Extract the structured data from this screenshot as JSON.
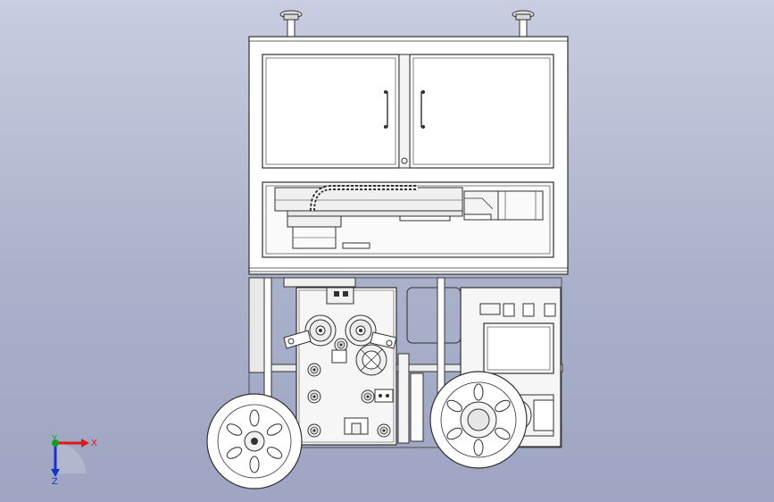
{
  "triad": {
    "x_label": "X",
    "y_label": "Y",
    "z_label": "Z",
    "colors": {
      "x": "#e01818",
      "y": "#10a020",
      "z": "#1830d0"
    }
  },
  "palette": {
    "background_top": "#c9cde0",
    "background_bottom": "#9ea5c2",
    "frame_fill": "#ffffff",
    "part_fill": "#f2f2f2",
    "line": "#303030"
  }
}
